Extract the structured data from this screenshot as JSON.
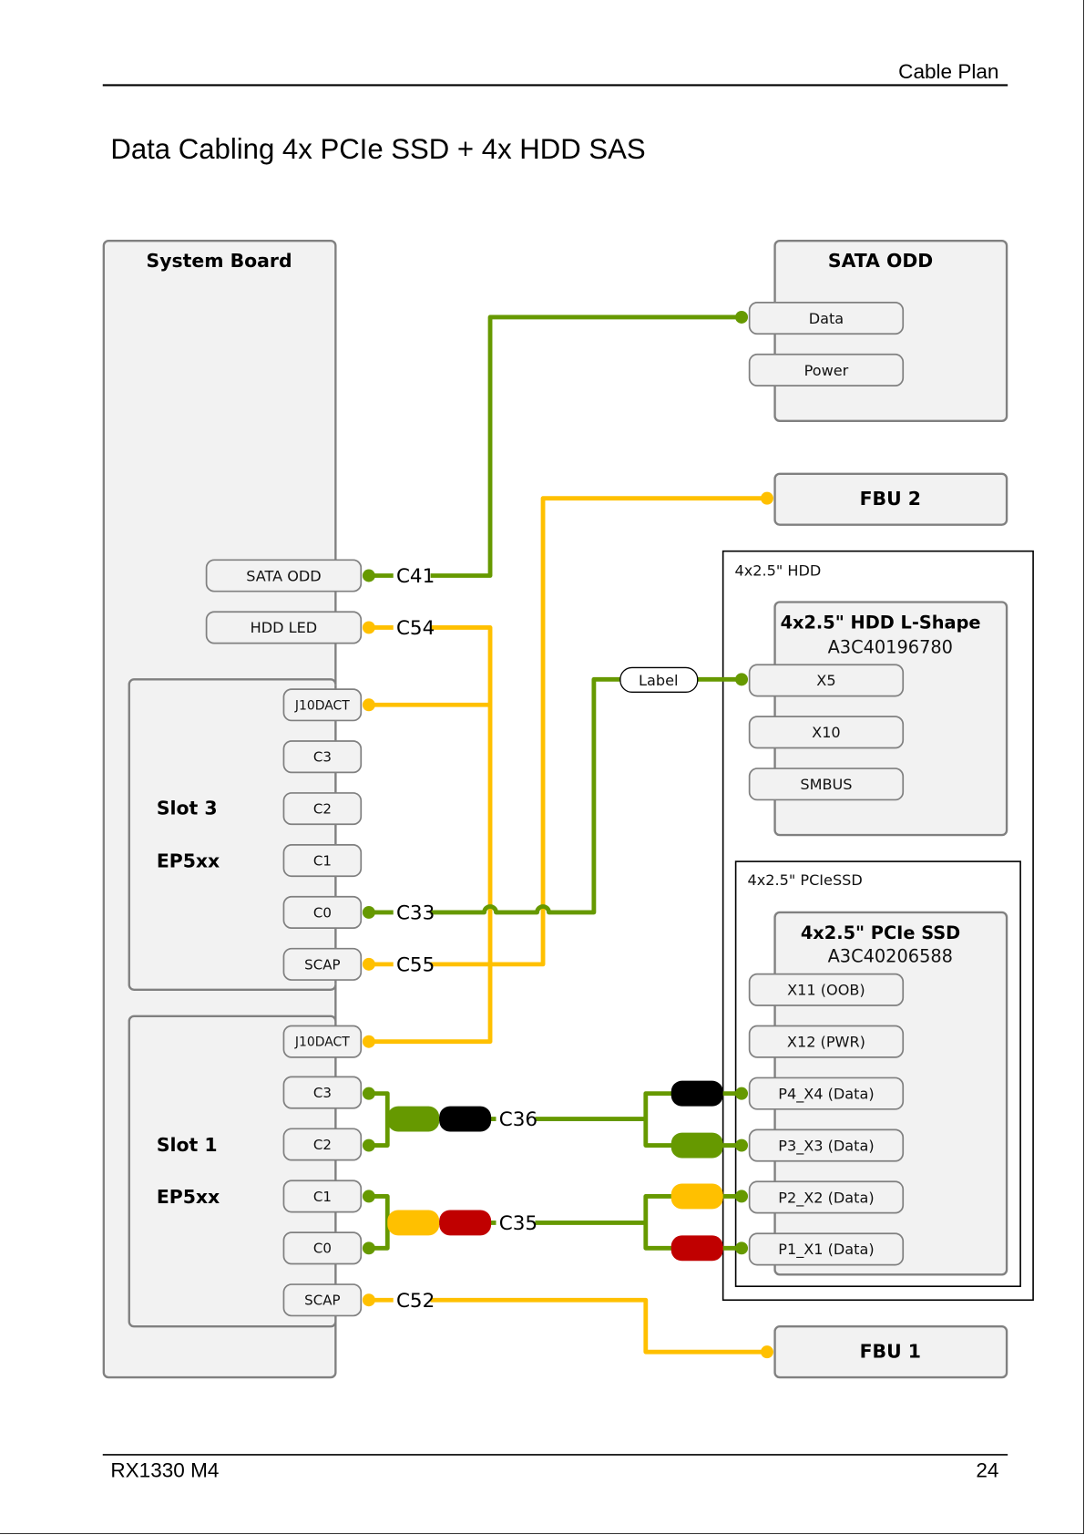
{
  "header": {
    "section": "Cable Plan"
  },
  "title": "Data Cabling 4x PCIe SSD + 4x HDD SAS",
  "footer": {
    "model": "RX1330 M4",
    "page": "24"
  },
  "colors": {
    "green": "#669900",
    "yellow": "#FFC000",
    "red": "#C00000",
    "black": "#000000",
    "box_fill": "#F2F2F2",
    "box_border": "#808080"
  },
  "system_board": {
    "title": "System Board",
    "ports": {
      "sata_odd": "SATA ODD",
      "hdd_led": "HDD LED"
    },
    "slot3": {
      "name": "Slot 3",
      "controller": "EP5xx",
      "ports": [
        "J10DACT",
        "C3",
        "C2",
        "C1",
        "C0",
        "SCAP"
      ]
    },
    "slot1": {
      "name": "Slot 1",
      "controller": "EP5xx",
      "ports": [
        "J10DACT",
        "C3",
        "C2",
        "C1",
        "C0",
        "SCAP"
      ]
    }
  },
  "sata_odd": {
    "title": "SATA ODD",
    "ports": [
      "Data",
      "Power"
    ]
  },
  "fbu2": {
    "title": "FBU 2"
  },
  "fbu1": {
    "title": "FBU 1"
  },
  "hdd_group": {
    "frame_label": "4x2.5\" HDD",
    "title": "4x2.5\" HDD L-Shape",
    "part_number": "A3C40196780",
    "ports": [
      "X5",
      "X10",
      "SMBUS"
    ]
  },
  "ssd_group": {
    "frame_label": "4x2.5\" PCIeSSD",
    "title": "4x2.5\" PCIe SSD",
    "part_number": "A3C40206588",
    "ports": [
      "X11 (OOB)",
      "X12 (PWR)",
      "P4_X4 (Data)",
      "P3_X3 (Data)",
      "P2_X2 (Data)",
      "P1_X1 (Data)"
    ]
  },
  "cables": [
    {
      "id": "C41",
      "color": "green",
      "from": "SATA ODD",
      "to": "SATA ODD Data"
    },
    {
      "id": "C54",
      "color": "yellow",
      "from": "HDD LED",
      "to": "Slot 3 J10DACT / Slot 1 J10DACT"
    },
    {
      "id": "C33",
      "color": "green",
      "from": "Slot 3 C0",
      "to": "X5",
      "tag": "Label"
    },
    {
      "id": "C55",
      "color": "yellow",
      "from": "Slot 3 SCAP",
      "to": "FBU 2"
    },
    {
      "id": "C36",
      "color": "green",
      "from": "Slot 1 C3/C2",
      "to": "P4_X4 / P3_X3",
      "sleeves_left": [
        "green",
        "black"
      ],
      "sleeves_right": [
        "black",
        "green"
      ]
    },
    {
      "id": "C35",
      "color": "green",
      "from": "Slot 1 C1/C0",
      "to": "P2_X2 / P1_X1",
      "sleeves_left": [
        "yellow",
        "red"
      ],
      "sleeves_right": [
        "yellow",
        "red"
      ]
    },
    {
      "id": "C52",
      "color": "yellow",
      "from": "Slot 1 SCAP",
      "to": "FBU 1"
    }
  ],
  "wire_tag": "Label"
}
